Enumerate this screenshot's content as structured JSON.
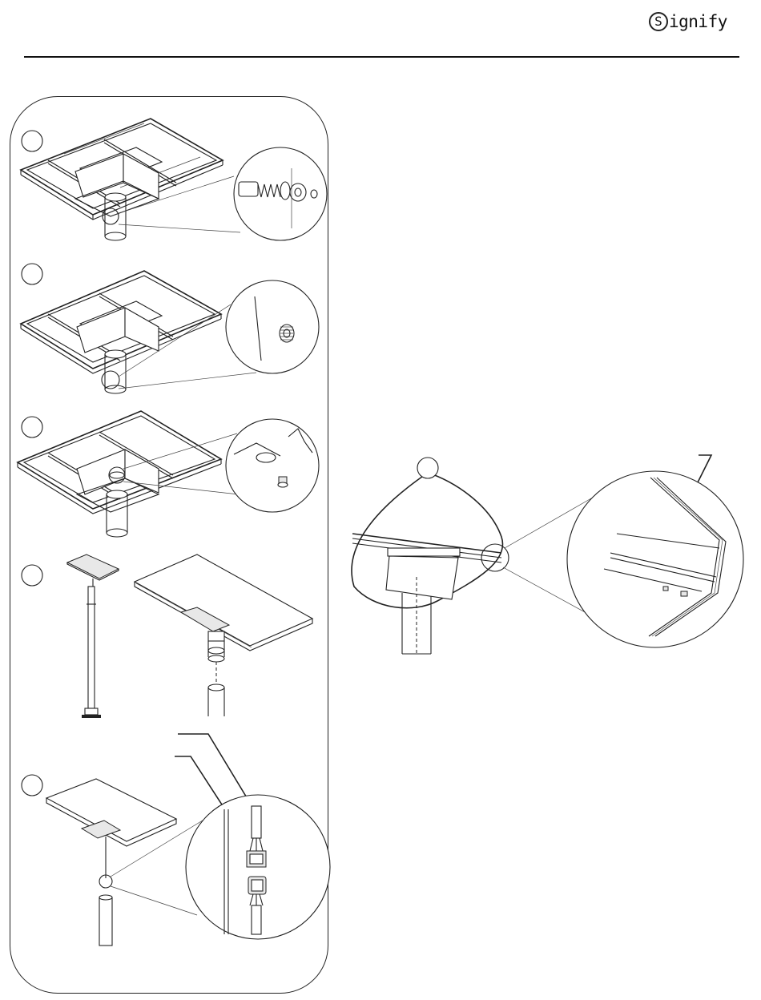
{
  "header": {
    "brand": "ignify",
    "brand_mark": "S"
  },
  "icons": {
    "logo": "signify-s-circle-icon"
  },
  "steps": [
    {
      "id": "step-1",
      "marker": "",
      "detail": "bolt-washer-nut-detail"
    },
    {
      "id": "step-2",
      "marker": "",
      "detail": "spring-nut-detail"
    },
    {
      "id": "step-3",
      "marker": "",
      "detail": "bracket-screw-detail"
    },
    {
      "id": "step-4",
      "marker": "",
      "detail": "panel-lift-on-pole"
    },
    {
      "id": "step-5",
      "marker": "",
      "detail": "cable-connector-detail"
    }
  ],
  "step6": {
    "marker": "",
    "detail": "panel-edge-zoom-detail"
  }
}
